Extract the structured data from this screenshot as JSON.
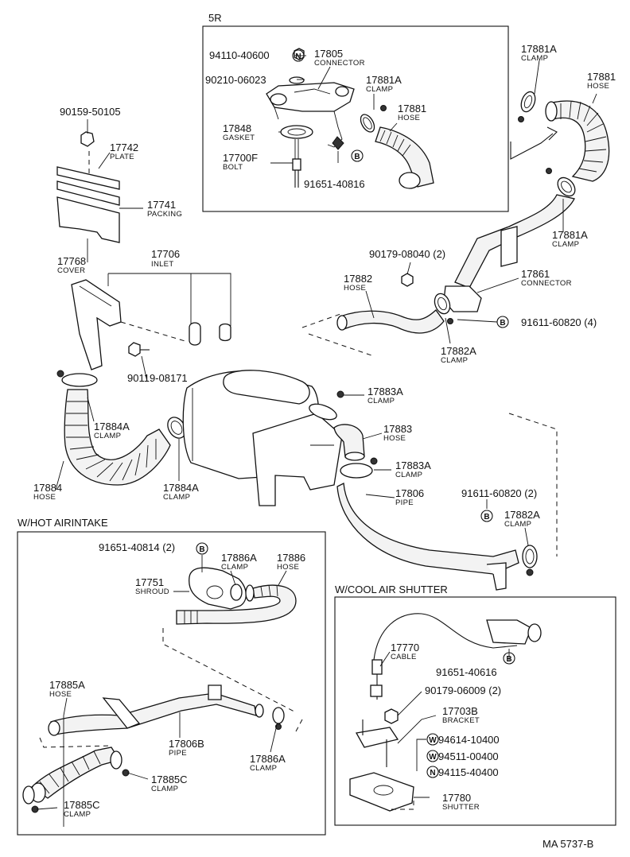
{
  "panels": {
    "engine_5r": {
      "title": "5R"
    },
    "hot_airintake": {
      "title": "W/HOT AIRINTAKE"
    },
    "cool_air_shutter": {
      "title": "W/COOL AIR SHUTTER"
    }
  },
  "callouts": {
    "c_94110_40600": {
      "number": "94110-40600",
      "symbol": "N"
    },
    "c_17805": {
      "number": "17805",
      "desc": "CONNECTOR"
    },
    "c_90210_06023": {
      "number": "90210-06023"
    },
    "c_17881a_inner": {
      "number": "17881A",
      "desc": "CLAMP"
    },
    "c_17881_inner": {
      "number": "17881",
      "desc": "HOSE"
    },
    "c_17848": {
      "number": "17848",
      "desc": "GASKET"
    },
    "c_17700f": {
      "number": "17700F",
      "desc": "BOLT"
    },
    "c_91651_40816": {
      "number": "91651-40816",
      "symbol": "B"
    },
    "c_17881a_top": {
      "number": "17881A",
      "desc": "CLAMP"
    },
    "c_17881_top": {
      "number": "17881",
      "desc": "HOSE"
    },
    "c_17881a_right": {
      "number": "17881A",
      "desc": "CLAMP"
    },
    "c_90159_50105": {
      "number": "90159-50105"
    },
    "c_17742": {
      "number": "17742",
      "desc": "PLATE"
    },
    "c_17741": {
      "number": "17741",
      "desc": "PACKING"
    },
    "c_17768": {
      "number": "17768",
      "desc": "COVER"
    },
    "c_17706": {
      "number": "17706",
      "desc": "INLET"
    },
    "c_90119_08171": {
      "number": "90119-08171"
    },
    "c_90179_08040": {
      "number": "90179-08040 (2)"
    },
    "c_17861": {
      "number": "17861",
      "desc": "CONNECTOR"
    },
    "c_17882": {
      "number": "17882",
      "desc": "HOSE"
    },
    "c_91611_60820_4": {
      "number": "91611-60820 (4)",
      "symbol": "B"
    },
    "c_17882a_upper": {
      "number": "17882A",
      "desc": "CLAMP"
    },
    "c_17884a_upper": {
      "number": "17884A",
      "desc": "CLAMP"
    },
    "c_17884": {
      "number": "17884",
      "desc": "HOSE"
    },
    "c_17884a_lower": {
      "number": "17884A",
      "desc": "CLAMP"
    },
    "c_17883a_upper": {
      "number": "17883A",
      "desc": "CLAMP"
    },
    "c_17883": {
      "number": "17883",
      "desc": "HOSE"
    },
    "c_17883a_lower": {
      "number": "17883A",
      "desc": "CLAMP"
    },
    "c_17806": {
      "number": "17806",
      "desc": "PIPE"
    },
    "c_91611_60820_2": {
      "number": "91611-60820 (2)",
      "symbol": "B"
    },
    "c_17882a_lower": {
      "number": "17882A",
      "desc": "CLAMP"
    },
    "c_91651_40814": {
      "number": "91651-40814 (2)",
      "symbol": "B"
    },
    "c_17886a_upper": {
      "number": "17886A",
      "desc": "CLAMP"
    },
    "c_17886": {
      "number": "17886",
      "desc": "HOSE"
    },
    "c_17751": {
      "number": "17751",
      "desc": "SHROUD"
    },
    "c_17885a": {
      "number": "17885A",
      "desc": "HOSE"
    },
    "c_17806b": {
      "number": "17806B",
      "desc": "PIPE"
    },
    "c_17886a_lower": {
      "number": "17886A",
      "desc": "CLAMP"
    },
    "c_17885c_upper": {
      "number": "17885C",
      "desc": "CLAMP"
    },
    "c_17885c_lower": {
      "number": "17885C",
      "desc": "CLAMP"
    },
    "c_17770": {
      "number": "17770",
      "desc": "CABLE"
    },
    "c_91651_40616": {
      "number": "91651-40616",
      "symbol": "B"
    },
    "c_90179_06009": {
      "number": "90179-06009 (2)"
    },
    "c_17703b": {
      "number": "17703B",
      "desc": "BRACKET"
    },
    "c_94614_10400": {
      "number": "94614-10400",
      "symbol": "W"
    },
    "c_94511_00400": {
      "number": "94511-00400",
      "symbol": "W"
    },
    "c_94115_40400": {
      "number": "94115-40400",
      "symbol": "N"
    },
    "c_17780": {
      "number": "17780",
      "desc": "SHUTTER"
    }
  },
  "footer": {
    "code": "MA 5737-B"
  }
}
